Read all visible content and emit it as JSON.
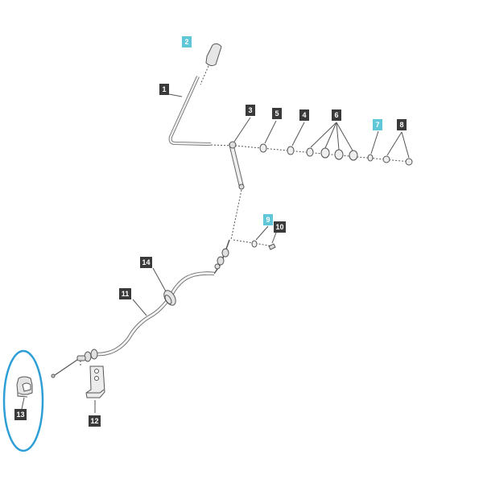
{
  "colors": {
    "callout_dark": "#3a3a3a",
    "callout_highlight": "#5fc7d8",
    "highlight_ellipse": "#2e9fd6",
    "part_stroke": "#555555",
    "part_fill": "#ececec"
  },
  "callouts": [
    {
      "id": "c1",
      "label": "1",
      "style": "dark"
    },
    {
      "id": "c2",
      "label": "2",
      "style": "highlight"
    },
    {
      "id": "c3",
      "label": "3",
      "style": "dark"
    },
    {
      "id": "c4",
      "label": "4",
      "style": "dark"
    },
    {
      "id": "c5",
      "label": "5",
      "style": "dark"
    },
    {
      "id": "c6",
      "label": "6",
      "style": "dark"
    },
    {
      "id": "c7",
      "label": "7",
      "style": "highlight"
    },
    {
      "id": "c8",
      "label": "8",
      "style": "dark"
    },
    {
      "id": "c9",
      "label": "9",
      "style": "highlight"
    },
    {
      "id": "c10",
      "label": "10",
      "style": "dark"
    },
    {
      "id": "c11",
      "label": "11",
      "style": "dark"
    },
    {
      "id": "c12",
      "label": "12",
      "style": "dark"
    },
    {
      "id": "c13",
      "label": "13",
      "style": "dark"
    },
    {
      "id": "c14",
      "label": "14",
      "style": "dark"
    }
  ]
}
